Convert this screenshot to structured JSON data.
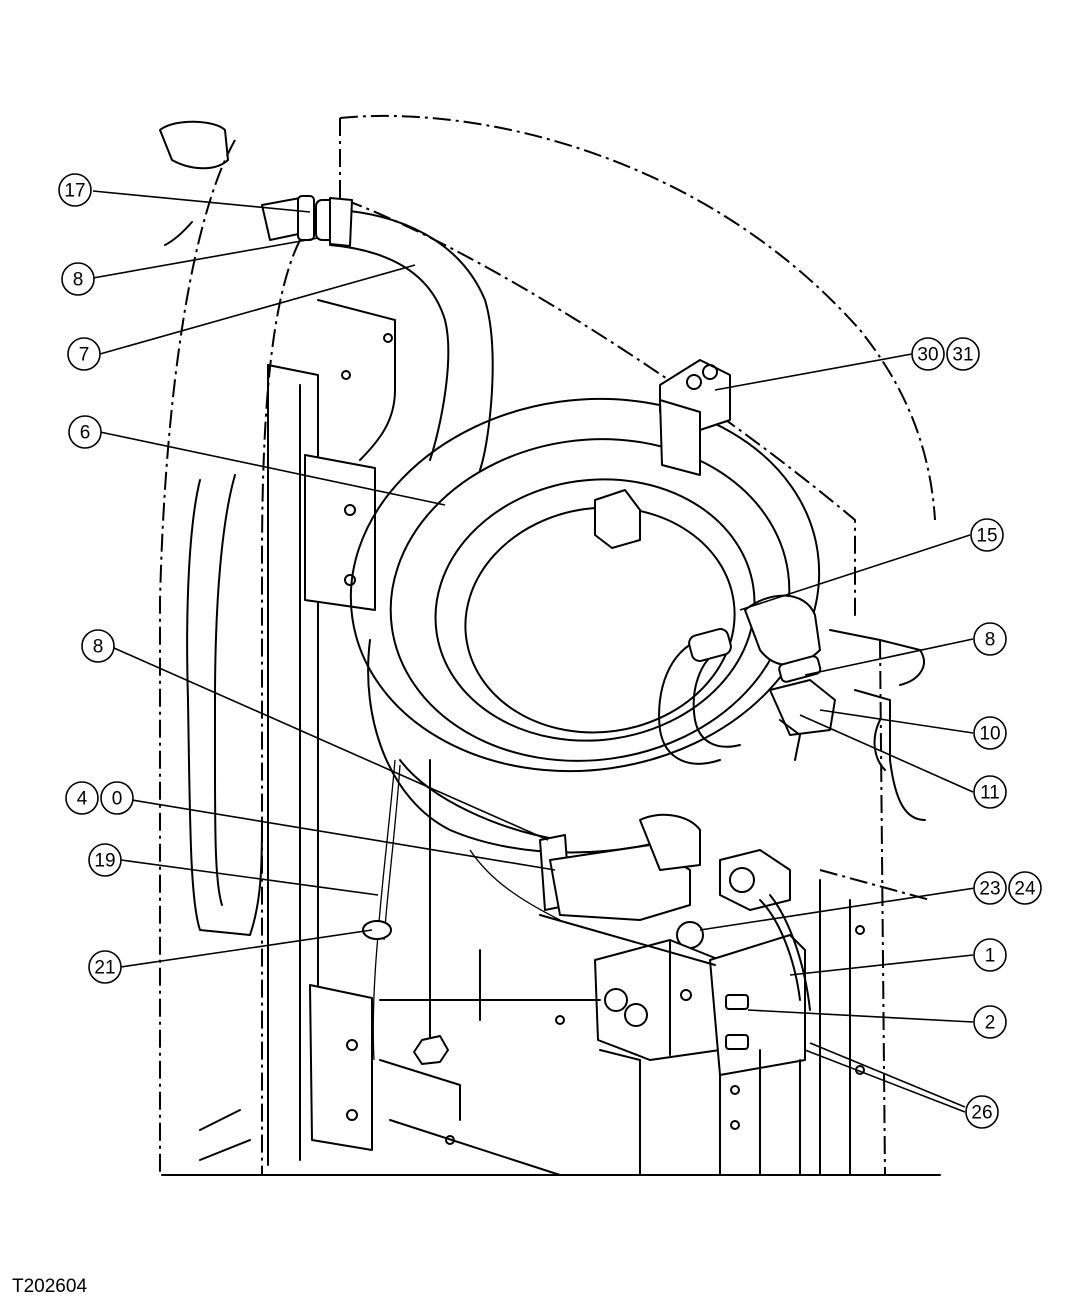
{
  "figure": {
    "id": "T202604"
  },
  "callouts": [
    {
      "id": "c17",
      "labels": [
        "17"
      ]
    },
    {
      "id": "c8a",
      "labels": [
        "8"
      ]
    },
    {
      "id": "c7",
      "labels": [
        "7"
      ]
    },
    {
      "id": "c3031",
      "labels": [
        "30",
        "31"
      ]
    },
    {
      "id": "c6",
      "labels": [
        "6"
      ]
    },
    {
      "id": "c15",
      "labels": [
        "15"
      ]
    },
    {
      "id": "c8b",
      "labels": [
        "8"
      ]
    },
    {
      "id": "c8c",
      "labels": [
        "8"
      ]
    },
    {
      "id": "c10",
      "labels": [
        "10"
      ]
    },
    {
      "id": "c11",
      "labels": [
        "11"
      ]
    },
    {
      "id": "c40",
      "labels": [
        "4",
        "0"
      ]
    },
    {
      "id": "c19",
      "labels": [
        "19"
      ]
    },
    {
      "id": "c2324",
      "labels": [
        "23",
        "24"
      ]
    },
    {
      "id": "c21",
      "labels": [
        "21"
      ]
    },
    {
      "id": "c1",
      "labels": [
        "1"
      ]
    },
    {
      "id": "c2",
      "labels": [
        "2"
      ]
    },
    {
      "id": "c26",
      "labels": [
        "26"
      ]
    }
  ]
}
